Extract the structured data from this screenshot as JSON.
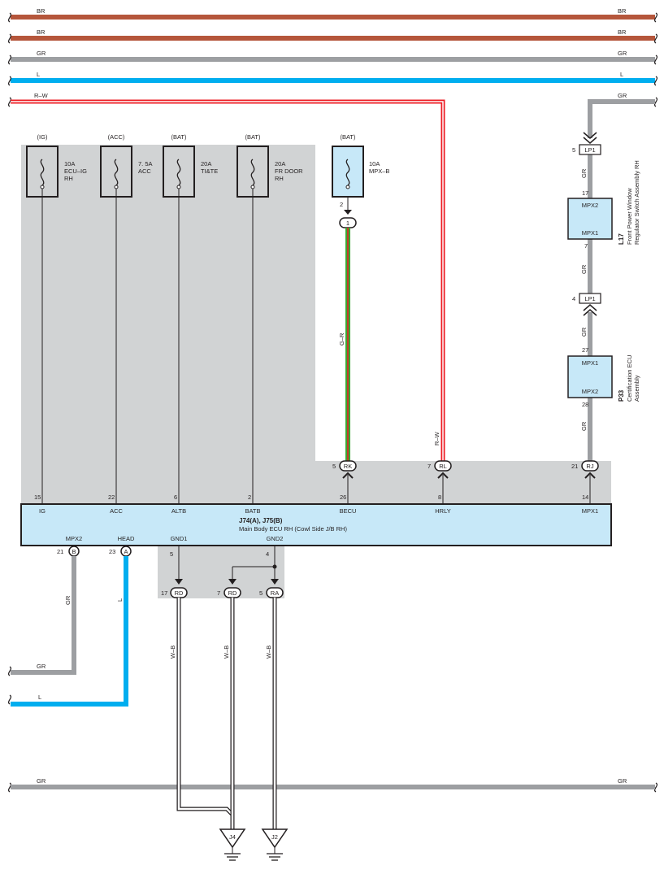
{
  "bus_wires": [
    {
      "label": "BR",
      "color": "#b5563b"
    },
    {
      "label": "BR",
      "color": "#b5563b"
    },
    {
      "label": "GR",
      "color": "#9d9fa2"
    },
    {
      "label": "L",
      "color": "#00aeef"
    }
  ],
  "rw_wire": {
    "label": "R–W",
    "color": "#ed1c24"
  },
  "gr_wire_top": {
    "label": "GR"
  },
  "fuses": [
    {
      "supply": "(IG)",
      "rating": "10A",
      "name_lines": [
        "ECU–IG",
        "RH"
      ]
    },
    {
      "supply": "(ACC)",
      "rating": "7. 5A",
      "name_lines": [
        "ACC"
      ]
    },
    {
      "supply": "(BAT)",
      "rating": "20A",
      "name_lines": [
        "TI&TE"
      ]
    },
    {
      "supply": "(BAT)",
      "rating": "20A",
      "name_lines": [
        "FR DOOR",
        "RH"
      ]
    },
    {
      "supply": "(BAT)",
      "rating": "10A",
      "name_lines": [
        "MPX–B"
      ]
    }
  ],
  "fuse5_pin": "2",
  "fuse5_connector": "1",
  "gr_wire_label": "G–R",
  "rw_vertical_label": "R–W",
  "connectors": {
    "rk": {
      "pin": "5",
      "name": "RK"
    },
    "rl": {
      "pin": "7",
      "name": "RL"
    },
    "rj": {
      "pin": "21",
      "name": "RJ"
    },
    "lp1_top": {
      "pin": "5",
      "name": "LP1"
    },
    "lp1_bottom": {
      "pin": "4",
      "name": "LP1"
    },
    "b": {
      "pin": "21",
      "name": "B"
    },
    "a": {
      "pin": "23",
      "name": "A"
    },
    "rd1": {
      "pin": "17",
      "name": "RD"
    },
    "rd2": {
      "pin": "7",
      "name": "RD"
    },
    "ra": {
      "pin": "5",
      "name": "RA"
    }
  },
  "ecu": {
    "title": "J74(A), J75(B)",
    "subtitle": "Main Body ECU RH (Cowl Side J/B RH)",
    "top_terminals": [
      {
        "pin": "15",
        "name": "IG"
      },
      {
        "pin": "22",
        "name": "ACC"
      },
      {
        "pin": "6",
        "name": "ALTB"
      },
      {
        "pin": "2",
        "name": "BATB"
      },
      {
        "pin": "26",
        "name": "BECU"
      },
      {
        "pin": "8",
        "name": "HRLY"
      },
      {
        "pin": "14",
        "name": "MPX1"
      }
    ],
    "bottom_terminals": [
      {
        "name": "MPX2"
      },
      {
        "name": "HEAD"
      },
      {
        "pin": "5",
        "name": "GND1"
      },
      {
        "pin": "4",
        "name": "GND2"
      }
    ]
  },
  "l17": {
    "code": "L17",
    "name_lines": [
      "Front Power Window",
      "Regulator Switch Assembly RH"
    ],
    "top_pin": "17",
    "top_name": "MPX2",
    "bottom_pin": "7",
    "bottom_name": "MPX1"
  },
  "p33": {
    "code": "P33",
    "name_lines": [
      "Certification ECU",
      "Assembly"
    ],
    "top_pin": "27",
    "top_name": "MPX1",
    "bottom_pin": "28",
    "bottom_name": "MPX2"
  },
  "right_gr_labels": [
    "GR",
    "GR",
    "GR",
    "GR"
  ],
  "left_wires": {
    "gr_label": "GR",
    "l_label": "L"
  },
  "ground_wire_label": "W–B",
  "grounds": [
    "J4",
    "J2"
  ],
  "bottom_bus": {
    "label": "GR"
  },
  "colors": {
    "gray_box": "#d1d3d4",
    "blue_fill": "#c7e8f8",
    "green_wire": "#3aa935",
    "red_wire": "#ed1c24",
    "gray_wire": "#9d9fa2",
    "blue_wire": "#00aeef",
    "brown_wire": "#b5563b"
  }
}
